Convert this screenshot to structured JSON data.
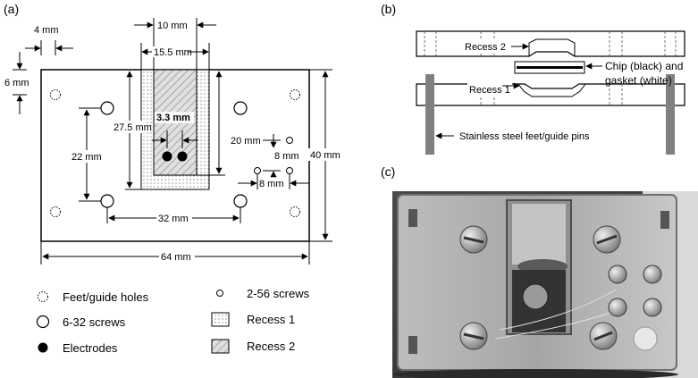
{
  "panel_labels": {
    "a": "(a)",
    "b": "(b)",
    "c": "(c)"
  },
  "panel_a": {
    "dims": {
      "d4": "4 mm",
      "d6": "6 mm",
      "d10": "10 mm",
      "d15_5": "15.5 mm",
      "d27_5": "27.5 mm",
      "d3_3": "3.3 mm",
      "d20": "20 mm",
      "d22": "22 mm",
      "d8_vert": "8 mm",
      "d8_horz": "8 mm",
      "d40": "40 mm",
      "d32": "32 mm",
      "d64": "64 mm"
    },
    "legend": {
      "feet": "Feet/guide holes",
      "s632": "6-32 screws",
      "electrodes": "Electrodes",
      "s256": "2-56 screws",
      "recess1": "Recess 1",
      "recess2": "Recess 2"
    }
  },
  "panel_b": {
    "recess2": "Recess 2",
    "recess1": "Recess 1",
    "chip_line1": "Chip (black) and",
    "chip_line2": "gasket (white)",
    "feet": "Stainless steel feet/guide pins"
  },
  "colors": {
    "hatch_fill": "#d9d9d9",
    "pin_gray": "#808080",
    "photo_bg": "#3a3a3a"
  }
}
